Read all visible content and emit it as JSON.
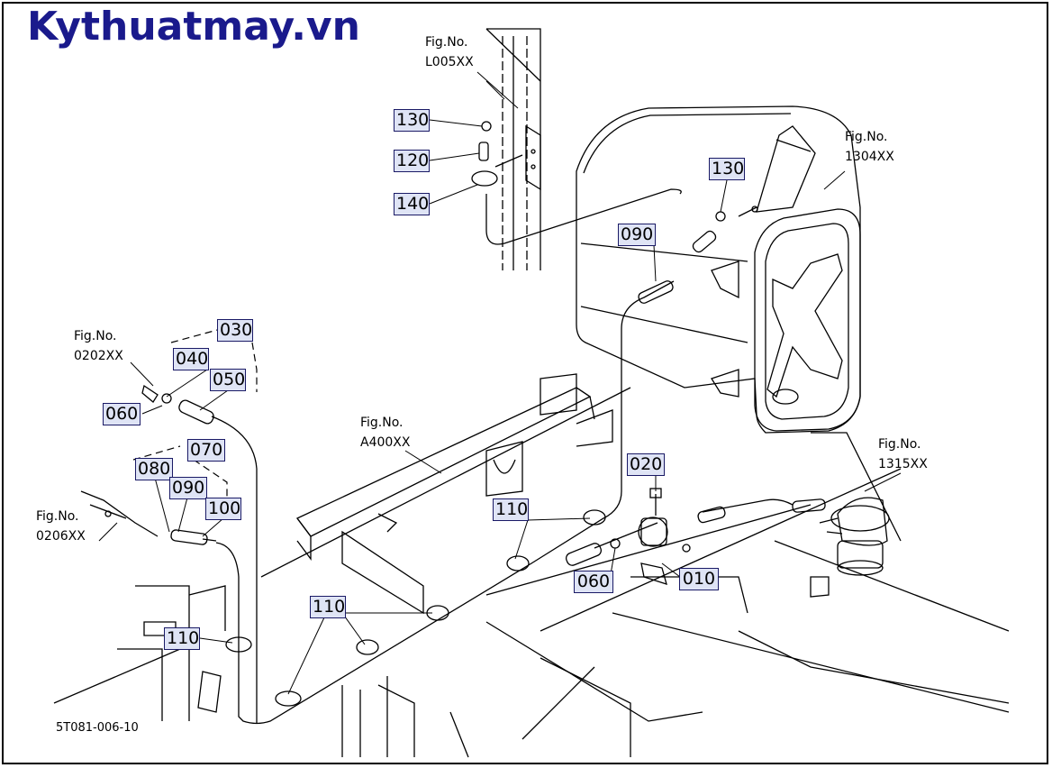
{
  "brand": {
    "text": "Kythuatmay.vn",
    "color": "#1a1a8c"
  },
  "drawing_number": "5T081-006-10",
  "callout_style": {
    "background": "#dfe4f5",
    "border": "#1a1a66"
  },
  "callouts": {
    "c130_top": "130",
    "c120": "120",
    "c140": "140",
    "c130_right": "130",
    "c090_right": "090",
    "c030": "030",
    "c040": "040",
    "c050": "050",
    "c060_left": "060",
    "c070": "070",
    "c080": "080",
    "c090_left": "090",
    "c100": "100",
    "c020": "020",
    "c110_mid": "110",
    "c060_mid": "060",
    "c010": "010",
    "c110_low": "110",
    "c110_left": "110"
  },
  "figrefs": {
    "l005": {
      "label": "Fig.No.",
      "code": "L005XX"
    },
    "f1304": {
      "label": "Fig.No.",
      "code": "1304XX"
    },
    "f0202": {
      "label": "Fig.No.",
      "code": "0202XX"
    },
    "a400": {
      "label": "Fig.No.",
      "code": "A400XX"
    },
    "f1315": {
      "label": "Fig.No.",
      "code": "1315XX"
    },
    "f0206": {
      "label": "Fig.No.",
      "code": "0206XX"
    }
  },
  "icons": [
    "fuel-tank-icon",
    "fuel-pump-icon",
    "fuel-filter-icon",
    "hose-clamp-icon"
  ]
}
